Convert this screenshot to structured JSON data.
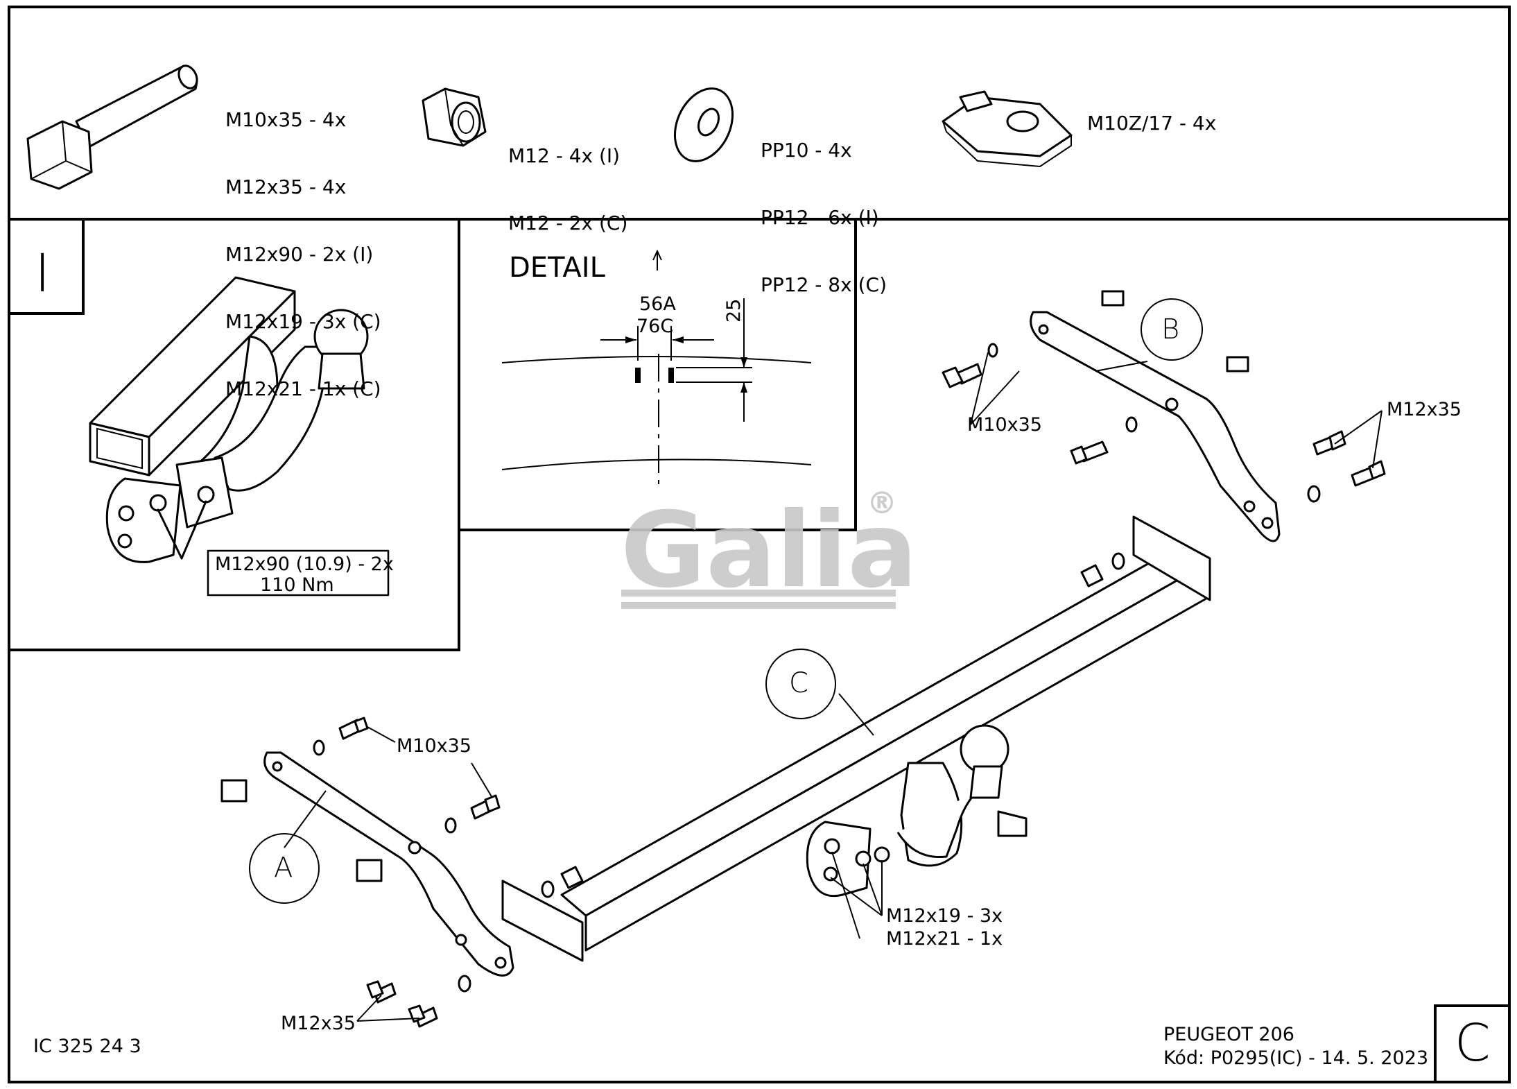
{
  "parts": {
    "bolts": [
      "M10x35 - 4x",
      "M12x35 - 4x",
      "M12x90 - 2x (I)",
      "M12x19 - 3x (C)",
      "M12x21 - 1x (C)"
    ],
    "nuts": [
      "M12 - 4x (I)",
      "M12 - 2x (C)"
    ],
    "washers": [
      "PP10 - 4x",
      "PP12 - 6x (I)",
      "PP12 - 8x (C)"
    ],
    "clip": "M10Z/17 - 4x"
  },
  "panel_i": {
    "label": "I",
    "torque_line1": "M12x90 (10.9) - 2x",
    "torque_line2": "110 Nm"
  },
  "detail": {
    "title": "DETAIL",
    "dim_a": "56A",
    "dim_c": "76C",
    "dim_v": "25"
  },
  "logo": {
    "text": "Galia",
    "reg": "®"
  },
  "callouts": {
    "a": "A",
    "b": "B",
    "c": "C",
    "b_m10": "M10x35",
    "b_m12": "M12x35",
    "a_m10": "M10x35",
    "a_m12": "M12x35",
    "c_bolt1": "M12x19 - 3x",
    "c_bolt2": "M12x21 - 1x"
  },
  "footer": {
    "code_left": "IC 325 24 3",
    "vehicle": "PEUGEOT 206",
    "kod": "Kód: P0295(IC) - 14. 5. 2023",
    "variant": "C"
  }
}
